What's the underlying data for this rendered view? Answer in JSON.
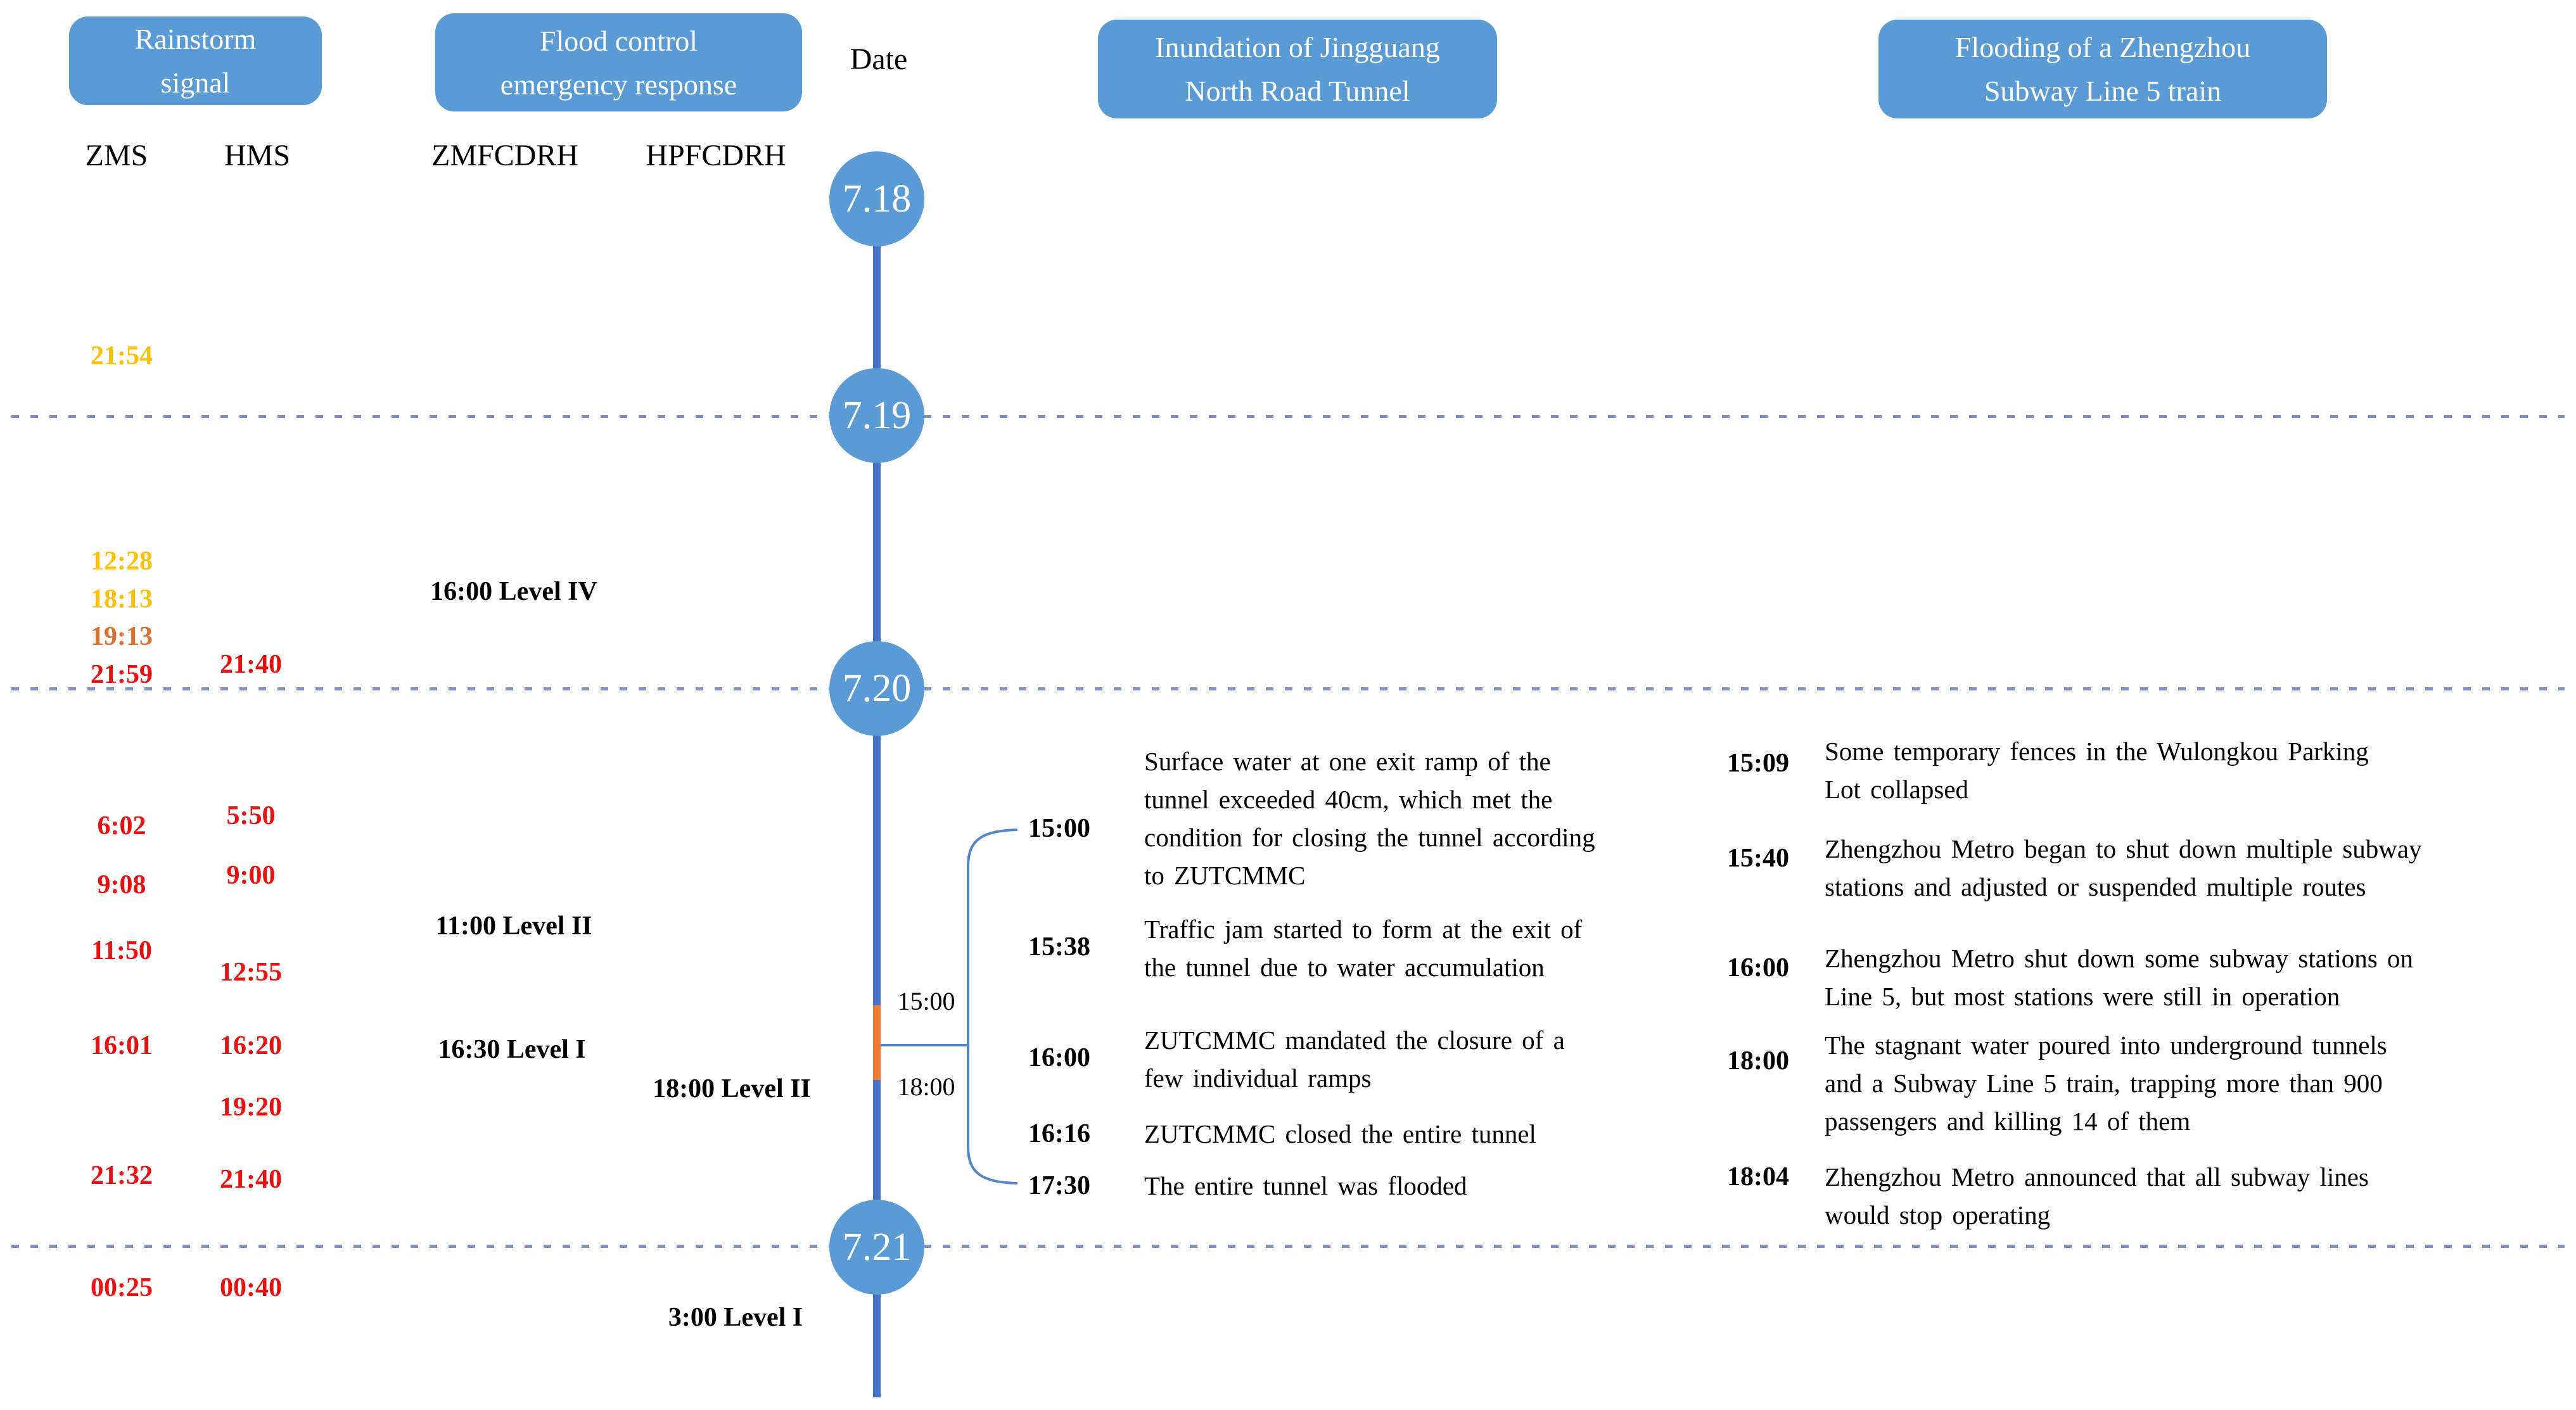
{
  "palette": {
    "box_blue": "#5B9BD5",
    "timeline_blue": "#4472C4",
    "bracket_blue": "#5585C8",
    "dashed_line": "#7e91c4",
    "signal_yellow": "#FFC000",
    "signal_orange": "#DD7031",
    "signal_red": "#EB1010",
    "period_orange": "#ED7D31"
  },
  "headers": {
    "rainstorm_signal": "Rainstorm\nsignal",
    "flood_control": "Flood control\nemergency response",
    "date": "Date",
    "tunnel": "Inundation of Jingguang\nNorth Road Tunnel",
    "subway": "Flooding of  a Zhengzhou\nSubway Line 5 train"
  },
  "column_labels": {
    "zms": "ZMS",
    "hms": "HMS",
    "zmfcdrh": "ZMFCDRH",
    "hpfcdrh": "HPFCDRH"
  },
  "timeline": {
    "dates": [
      "7.18",
      "7.19",
      "7.20",
      "7.21"
    ],
    "period_marker": {
      "start": "15:00",
      "end": "18:00"
    }
  },
  "signals": {
    "zms": [
      {
        "time": "21:54",
        "severity": "yellow"
      },
      {
        "time": "12:28",
        "severity": "yellow"
      },
      {
        "time": "18:13",
        "severity": "yellow"
      },
      {
        "time": "19:13",
        "severity": "orange"
      },
      {
        "time": "21:59",
        "severity": "red"
      },
      {
        "time": "6:02",
        "severity": "red"
      },
      {
        "time": "9:08",
        "severity": "red"
      },
      {
        "time": "11:50",
        "severity": "red"
      },
      {
        "time": "16:01",
        "severity": "red"
      },
      {
        "time": "21:32",
        "severity": "red"
      },
      {
        "time": "00:25",
        "severity": "red"
      }
    ],
    "hms": [
      {
        "time": "21:40",
        "severity": "red"
      },
      {
        "time": "5:50",
        "severity": "red"
      },
      {
        "time": "9:00",
        "severity": "red"
      },
      {
        "time": "12:55",
        "severity": "red"
      },
      {
        "time": "16:20",
        "severity": "red"
      },
      {
        "time": "19:20",
        "severity": "red"
      },
      {
        "time": "21:40",
        "severity": "red"
      },
      {
        "time": "00:40",
        "severity": "red"
      }
    ]
  },
  "flood_response": {
    "zmfcdrh": [
      {
        "label": "16:00 Level IV"
      },
      {
        "label": "11:00 Level II"
      },
      {
        "label": "16:30 Level I"
      }
    ],
    "hpfcdrh": [
      {
        "label": "18:00 Level II"
      },
      {
        "label": "3:00 Level I"
      }
    ]
  },
  "tunnel_events": [
    {
      "time": "15:00",
      "text": "Surface water at one exit ramp of the\ntunnel exceeded 40cm, which met the\ncondition for closing the tunnel according\nto ZUTCMMC"
    },
    {
      "time": "15:38",
      "text": "Traffic jam started to form at the exit of\nthe tunnel due to water accumulation"
    },
    {
      "time": "16:00",
      "text": "ZUTCMMC  mandated  the closure of a\nfew individual ramps"
    },
    {
      "time": "16:16",
      "text": "ZUTCMMC  closed the entire tunnel"
    },
    {
      "time": "17:30",
      "text": "The entire tunnel  was flooded"
    }
  ],
  "subway_events": [
    {
      "time": "15:09",
      "text": "Some temporary fences in the Wulongkou  Parking\nLot collapsed"
    },
    {
      "time": "15:40",
      "text": "Zhengzhou  Metro began to shut down multiple  subway\nstations and adjusted or suspended  multiple routes"
    },
    {
      "time": "16:00",
      "text": "Zhengzhou  Metro shut down some subway stations on\nLine 5, but most stations were still in operation"
    },
    {
      "time": "18:00",
      "text": "The stagnant  water poured into underground  tunnels\nand a Subway Line 5 train, trapping  more than  900\npassengers and killing 14 of them"
    },
    {
      "time": "18:04",
      "text": "Zhengzhou  Metro announced  that all subway  lines\nwould stop operating"
    }
  ]
}
